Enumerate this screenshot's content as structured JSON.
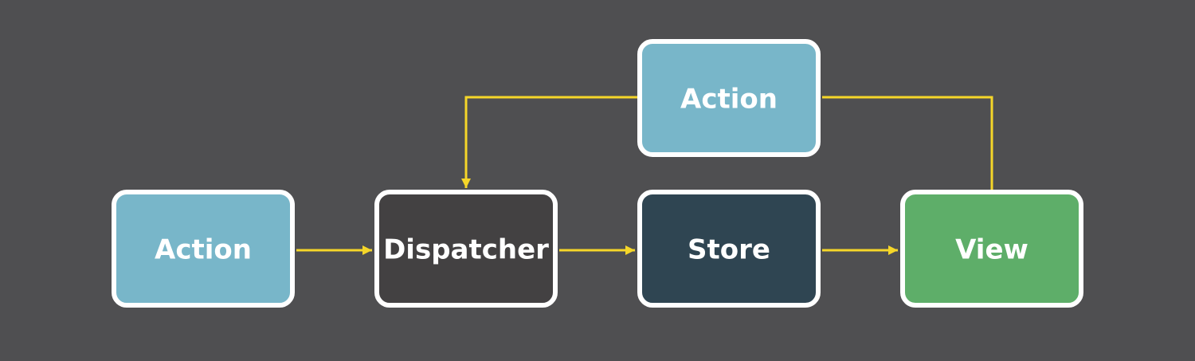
{
  "diagram": {
    "nodes": [
      {
        "id": "action-main",
        "label": "Action",
        "fill": "#78b6c9"
      },
      {
        "id": "dispatcher",
        "label": "Dispatcher",
        "fill": "#434142"
      },
      {
        "id": "store",
        "label": "Store",
        "fill": "#2f4552"
      },
      {
        "id": "view",
        "label": "View",
        "fill": "#5eae69"
      },
      {
        "id": "action-feedback",
        "label": "Action",
        "fill": "#78b6c9"
      }
    ],
    "edges": [
      {
        "from": "action-main",
        "to": "dispatcher"
      },
      {
        "from": "dispatcher",
        "to": "store"
      },
      {
        "from": "store",
        "to": "view"
      },
      {
        "from": "view",
        "to": "action-feedback"
      },
      {
        "from": "action-feedback",
        "to": "dispatcher"
      }
    ],
    "colors": {
      "background": "#4f4f51",
      "arrow": "#f5d629",
      "border": "#ffffff"
    }
  }
}
